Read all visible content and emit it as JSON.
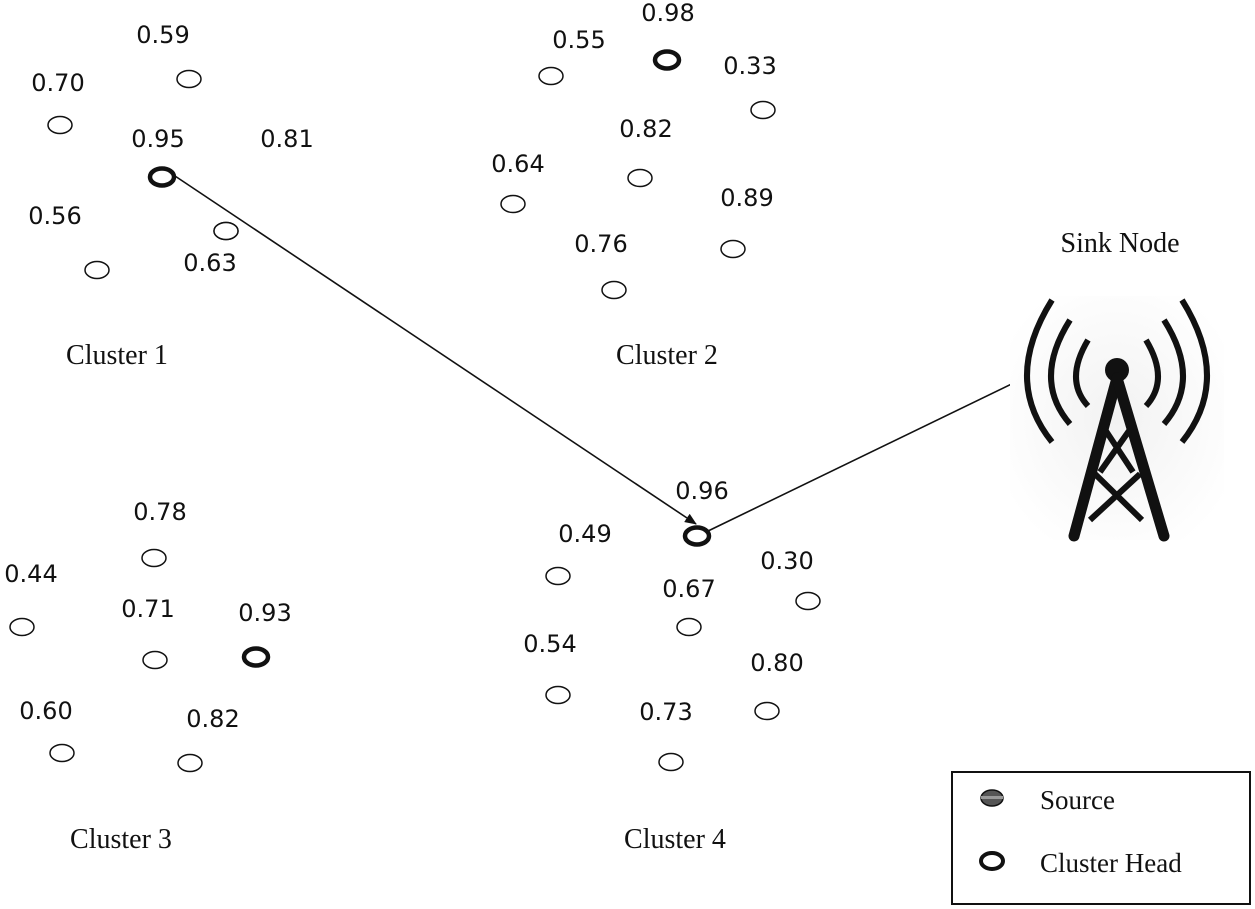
{
  "sink_label": "Sink Node",
  "clusters": [
    {
      "name": "Cluster 1",
      "nodes": [
        {
          "value": "0.59",
          "role": "member"
        },
        {
          "value": "0.70",
          "role": "member"
        },
        {
          "value": "0.95",
          "role": "head"
        },
        {
          "value": "0.81",
          "role": "member"
        },
        {
          "value": "0.56",
          "role": "member"
        },
        {
          "value": "0.63",
          "role": "member"
        }
      ]
    },
    {
      "name": "Cluster 2",
      "nodes": [
        {
          "value": "0.55",
          "role": "member"
        },
        {
          "value": "0.98",
          "role": "head"
        },
        {
          "value": "0.33",
          "role": "member"
        },
        {
          "value": "0.82",
          "role": "member"
        },
        {
          "value": "0.64",
          "role": "member"
        },
        {
          "value": "0.89",
          "role": "member"
        },
        {
          "value": "0.76",
          "role": "member"
        }
      ]
    },
    {
      "name": "Cluster 3",
      "nodes": [
        {
          "value": "0.78",
          "role": "member"
        },
        {
          "value": "0.44",
          "role": "member"
        },
        {
          "value": "0.71",
          "role": "member"
        },
        {
          "value": "0.93",
          "role": "head"
        },
        {
          "value": "0.60",
          "role": "member"
        },
        {
          "value": "0.82",
          "role": "member"
        }
      ]
    },
    {
      "name": "Cluster 4",
      "nodes": [
        {
          "value": "0.96",
          "role": "head"
        },
        {
          "value": "0.49",
          "role": "member"
        },
        {
          "value": "0.30",
          "role": "member"
        },
        {
          "value": "0.67",
          "role": "member"
        },
        {
          "value": "0.54",
          "role": "member"
        },
        {
          "value": "0.80",
          "role": "member"
        },
        {
          "value": "0.73",
          "role": "member"
        }
      ]
    }
  ],
  "legend": {
    "source_label": "Source",
    "cluster_head_label": "Cluster Head"
  },
  "icons": {
    "sink": "radio-tower-icon"
  }
}
